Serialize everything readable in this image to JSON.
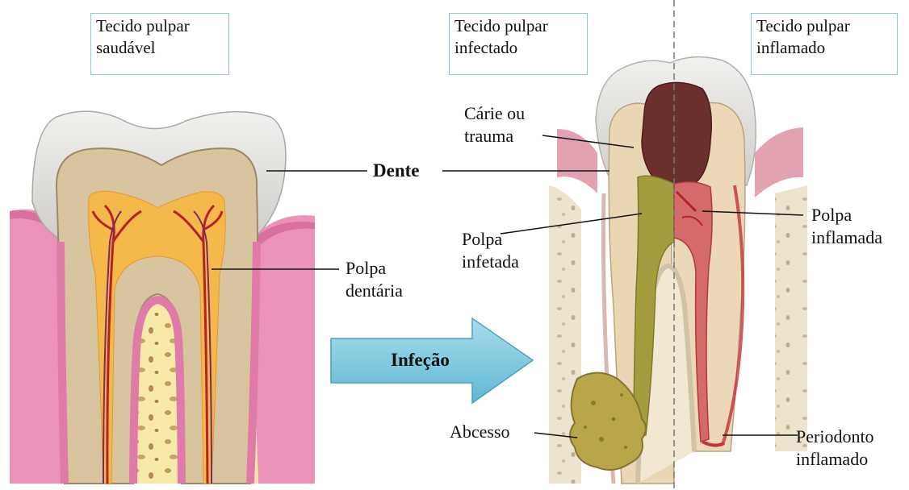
{
  "boxes": {
    "healthy": [
      "Tecido pulpar",
      "saudável"
    ],
    "infected": [
      "Tecido pulpar",
      "infectado"
    ],
    "inflamed": [
      "Tecido pulpar",
      "inflamado"
    ]
  },
  "labels": {
    "tooth": "Dente",
    "caries": [
      "Cárie ou",
      "trauma"
    ],
    "pulp": [
      "Polpa",
      "dentária"
    ],
    "infected_pulp": [
      "Polpa",
      "infetada"
    ],
    "inflamed_pulp": [
      "Polpa",
      "inflamada"
    ],
    "infection": "Infeção",
    "abscess": "Abcesso",
    "periodontium": [
      "Periodonto",
      "inflamado"
    ]
  },
  "colors": {
    "enamel": "#e6e4df",
    "dentin": "#dcc9a6",
    "gum": "#e88fb6",
    "bone": "#f5e6a0",
    "pulp": "#f2b347",
    "infection_arrow": "#7ec8de",
    "decay": "#6b2e2c",
    "infected_tissue": "#9d9a3c",
    "inflammation": "#c0343a"
  }
}
